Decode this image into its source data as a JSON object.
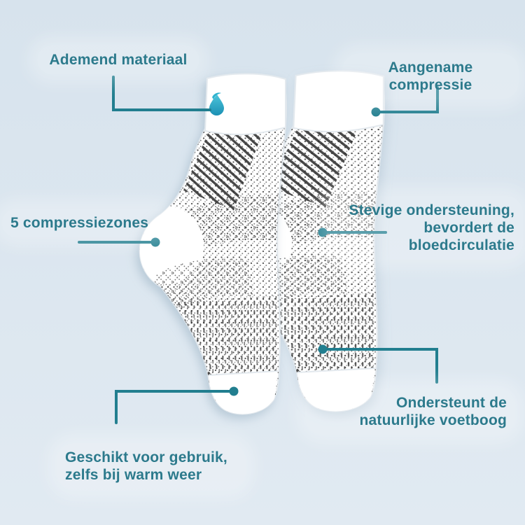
{
  "page": {
    "type": "product-infographic",
    "language": "nl",
    "product": "compression-sock-pair"
  },
  "colors": {
    "background": "#dbe6ef",
    "background_top": "#d7e3ed",
    "background_bottom": "#e1eaf2",
    "accent_teal": "#2c7a8c",
    "connector_teal": "#217e8f",
    "drop_cyan": "#2fb3cf",
    "sock_white": "#ffffff",
    "pattern_ink": "#2a2a2a"
  },
  "icons": {
    "drop": "water-drop-icon"
  },
  "callouts": [
    {
      "id": "ademend",
      "lines": [
        "Ademend materiaal"
      ]
    },
    {
      "id": "compressie",
      "lines": [
        "Aangename compressie"
      ]
    },
    {
      "id": "zones",
      "lines": [
        "5 compressiezones"
      ]
    },
    {
      "id": "ondersteuning",
      "lines": [
        "Stevige ondersteuning,",
        "bevordert de",
        "bloedcirculatie"
      ]
    },
    {
      "id": "voetboog",
      "lines": [
        "Ondersteunt de",
        "natuurlijke voetboog"
      ]
    },
    {
      "id": "warmweer",
      "lines": [
        "Geschikt voor gebruik,",
        "zelfs bij warm weer"
      ]
    }
  ]
}
